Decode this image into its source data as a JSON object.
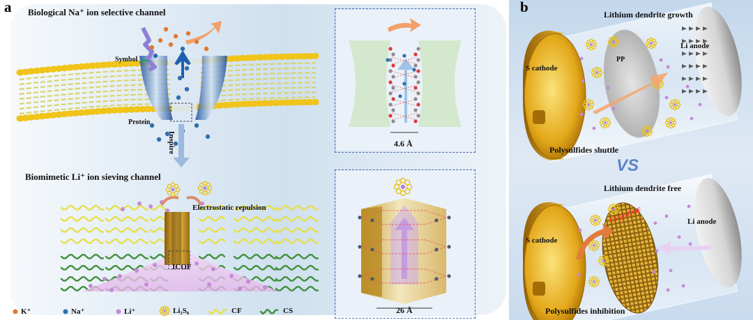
{
  "panel_a": {
    "letter": "a",
    "top_title": "Biological Na⁺ ion selective channel",
    "bottom_title": "Biomimetic Li⁺  ion sieving channel",
    "label_symbol": "Symbol",
    "label_protein": "Protein",
    "label_inspire": "Inspire",
    "label_repulsion": "Electrostatic repulsion",
    "label_icof": "ICOF",
    "inset_top_dim": "4.6 Å",
    "inset_bottom_dim": "26 Å",
    "legend": [
      {
        "label": "K⁺",
        "color": "#e07a36"
      },
      {
        "label": "Na⁺",
        "color": "#2f6fad"
      },
      {
        "label": "Li⁺",
        "color": "#c58ad6"
      },
      {
        "label": "Li₂S₈",
        "color": "#e8c41d"
      },
      {
        "label": "CF",
        "color": "#e6e048"
      },
      {
        "label": "CS",
        "color": "#3f8f3a"
      }
    ]
  },
  "panel_b": {
    "letter": "b",
    "top": {
      "label_dendrite": "Lithium dendrite growth",
      "label_cathode": "S cathode",
      "label_separator": "PP",
      "label_anode": "Li anode",
      "label_shuttle": "Polysulfides shuttle"
    },
    "vs": "VS",
    "bottom": {
      "label_dendrite": "Lithium dendrite free",
      "label_cathode": "S cathode",
      "label_separator": "CF@ICOF",
      "label_anode": "Li anode",
      "label_inhibition": "Polysulfides inhibition"
    }
  }
}
